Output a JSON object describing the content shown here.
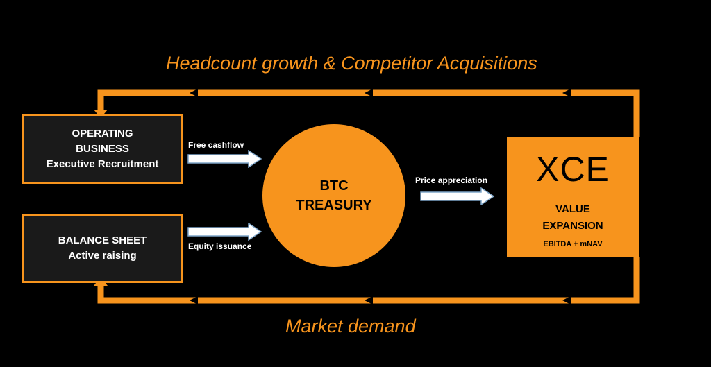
{
  "captions": {
    "top": "Headcount growth & Competitor Acquisitions",
    "bottom": "Market demand"
  },
  "operating_box": {
    "line1": "OPERATING",
    "line2": "BUSINESS",
    "line3": "Executive Recruitment"
  },
  "balance_box": {
    "line1": "BALANCE SHEET",
    "line2": "Active raising"
  },
  "treasury": {
    "line1": "BTC",
    "line2": "TREASURY"
  },
  "xce_box": {
    "logo": "XCE",
    "line1": "VALUE",
    "line2": "EXPANSION",
    "metrics": "EBITDA + mNAV"
  },
  "flows": {
    "cashflow": "Free cashflow",
    "equity": "Equity issuance",
    "price": "Price appreciation"
  },
  "colors": {
    "accent": "#f7941d",
    "background": "#000000",
    "box_fill": "#1a1a1a",
    "text": "#ffffff"
  }
}
